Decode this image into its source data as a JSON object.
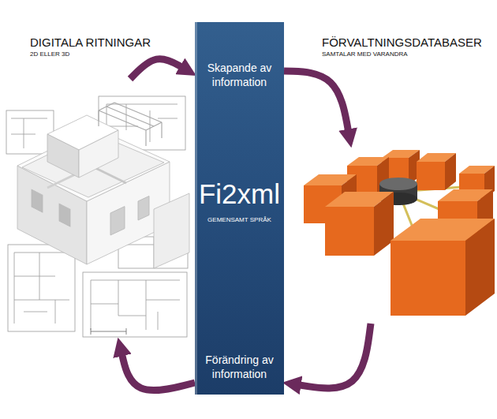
{
  "diagram": {
    "nodes": [
      {
        "text": [
          "DIGITALA RITNINGAR",
          "2D ELLER 3D"
        ]
      },
      {
        "text": [
          "Skapande av information",
          "Fi2xml",
          "GEMENSAMT SPRÅK",
          "Förändring av information"
        ]
      },
      {
        "text": [
          "FÖRVALTNINGSDATABASER",
          "SAMTALAR MED VARANDRA"
        ]
      }
    ],
    "edges": [
      {
        "from": 0,
        "to": 1,
        "arrow": "to"
      },
      {
        "from": 1,
        "to": 2,
        "arrow": "to"
      },
      {
        "from": 2,
        "to": 1,
        "arrow": "to"
      },
      {
        "from": 1,
        "to": 0,
        "arrow": "to"
      }
    ]
  }
}
